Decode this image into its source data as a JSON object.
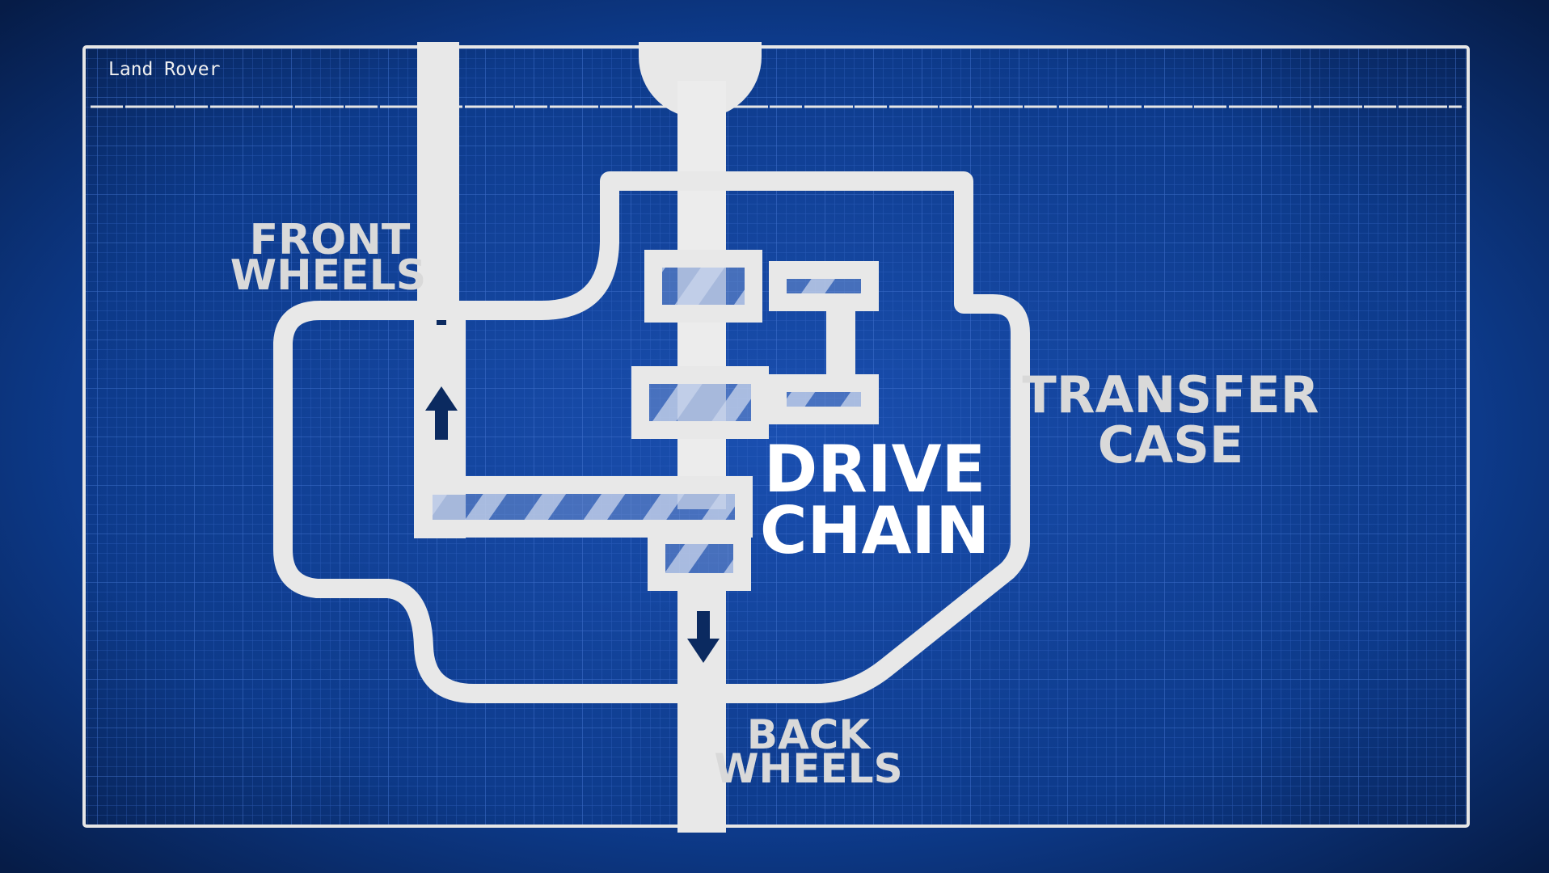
{
  "header": {
    "brand": "Land Rover"
  },
  "labels": {
    "front_wheels": [
      "FRONT",
      "WHEELS"
    ],
    "transfer_case": [
      "TRANSFER",
      "CASE"
    ],
    "drive_chain": [
      "DRIVE",
      "CHAIN"
    ],
    "back_wheels": [
      "BACK",
      "WHEELS"
    ]
  },
  "colors": {
    "background": "#0d3a8a",
    "background_edge": "#061c47",
    "grid": "#2a5bb5",
    "frame": "#e6e6e6",
    "diagram": "#e8e8e8",
    "arrow": "#0b2a60"
  },
  "icons": {
    "front_arrow": "arrow-up-icon",
    "back_arrow": "arrow-down-icon"
  }
}
